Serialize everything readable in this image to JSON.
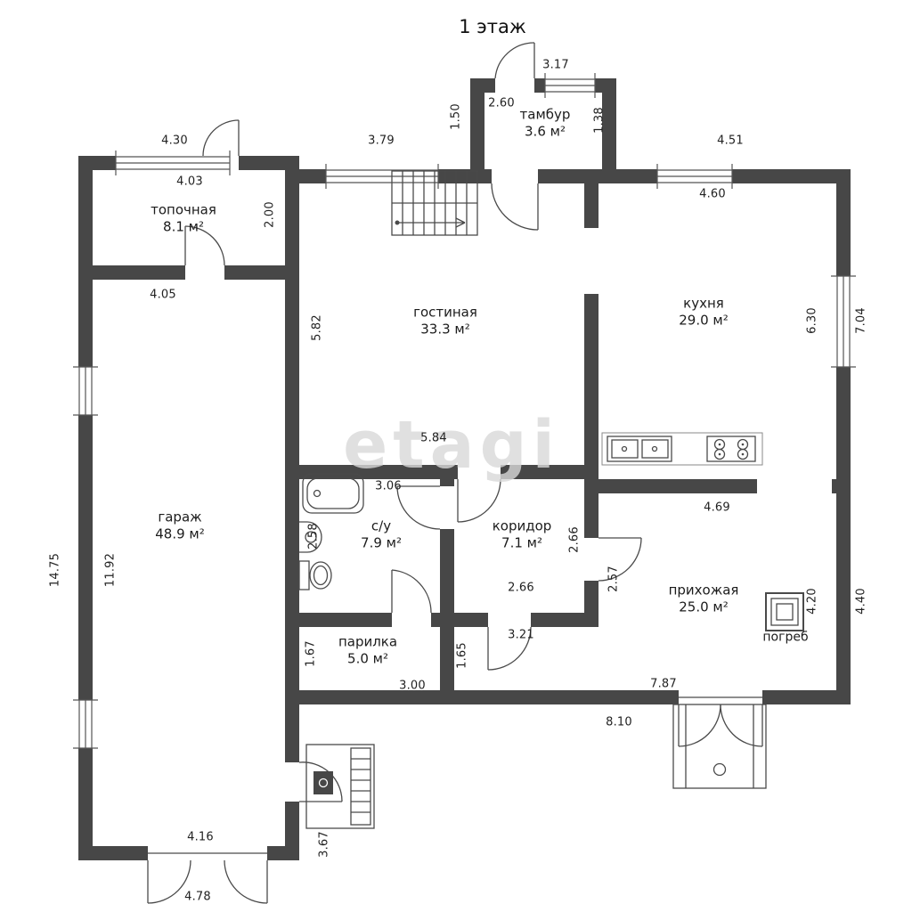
{
  "title": "1 этаж",
  "watermark": "etagi",
  "wall_color": "#474747",
  "rooms": {
    "topochnaya": {
      "name": "топочная",
      "area": "8.1 м²"
    },
    "tambur": {
      "name": "тамбур",
      "area": "3.6 м²"
    },
    "gostinaya": {
      "name": "гостиная",
      "area": "33.3 м²"
    },
    "kuhnya": {
      "name": "кухня",
      "area": "29.0 м²"
    },
    "garazh": {
      "name": "гараж",
      "area": "48.9 м²"
    },
    "su": {
      "name": "с/у",
      "area": "7.9 м²"
    },
    "koridor": {
      "name": "коридор",
      "area": "7.1 м²"
    },
    "parilka": {
      "name": "парилка",
      "area": "5.0 м²"
    },
    "prihozhaya": {
      "name": "прихожая",
      "area": "25.0 м²"
    },
    "pogreb": {
      "name": "погреб"
    }
  },
  "dims": {
    "d430": "4.30",
    "d403": "4.03",
    "d200": "2.00",
    "d405": "4.05",
    "d379": "3.79",
    "d150": "1.50",
    "d260": "2.60",
    "d317": "3.17",
    "d138": "1.38",
    "d451": "4.51",
    "d460": "4.60",
    "d582": "5.82",
    "d630": "6.30",
    "d704": "7.04",
    "d584": "5.84",
    "d306": "3.06",
    "d258": "2.58",
    "d266v": "2.66",
    "d266h": "2.66",
    "d257": "2.57",
    "d469": "4.69",
    "d1475": "14.75",
    "d1192": "11.92",
    "d167": "1.67",
    "d300": "3.00",
    "d165": "1.65",
    "d321": "3.21",
    "d420": "4.20",
    "d440": "4.40",
    "d787": "7.87",
    "d810": "8.10",
    "d416": "4.16",
    "d367": "3.67",
    "d478": "4.78"
  }
}
